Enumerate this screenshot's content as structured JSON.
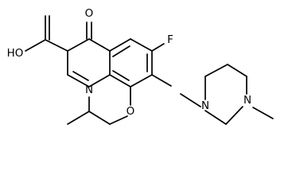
{
  "molecule": {
    "atoms": {
      "hydroxyl": "HO",
      "ketone_oxygen": "O",
      "fluorine": "F",
      "ring_nitrogen": "N",
      "piperazine_n1": "N",
      "piperazine_n4": "N",
      "ring_oxygen": "O"
    }
  }
}
